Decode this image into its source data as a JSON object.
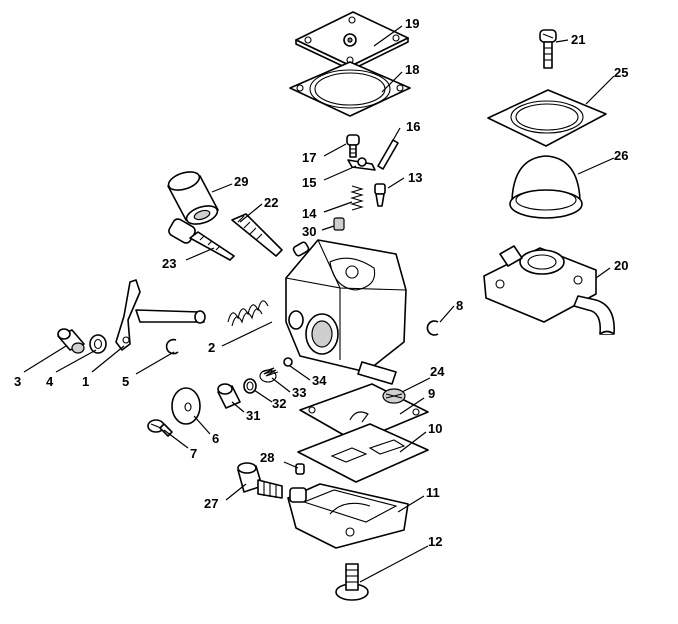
{
  "callouts": {
    "c1": "1",
    "c2": "2",
    "c3": "3",
    "c4": "4",
    "c5": "5",
    "c6": "6",
    "c7": "7",
    "c8": "8",
    "c9": "9",
    "c10": "10",
    "c11": "11",
    "c12": "12",
    "c13": "13",
    "c14": "14",
    "c15": "15",
    "c16": "16",
    "c17": "17",
    "c18": "18",
    "c19": "19",
    "c20": "20",
    "c21": "21",
    "c22": "22",
    "c23": "23",
    "c24": "24",
    "c25": "25",
    "c26": "26",
    "c27": "27",
    "c28": "28",
    "c29": "29",
    "c30": "30",
    "c31": "31",
    "c32": "32",
    "c33": "33",
    "c34": "34"
  },
  "colors": {
    "line": "#000000",
    "background": "#ffffff",
    "shade": "#cfcfcf"
  }
}
